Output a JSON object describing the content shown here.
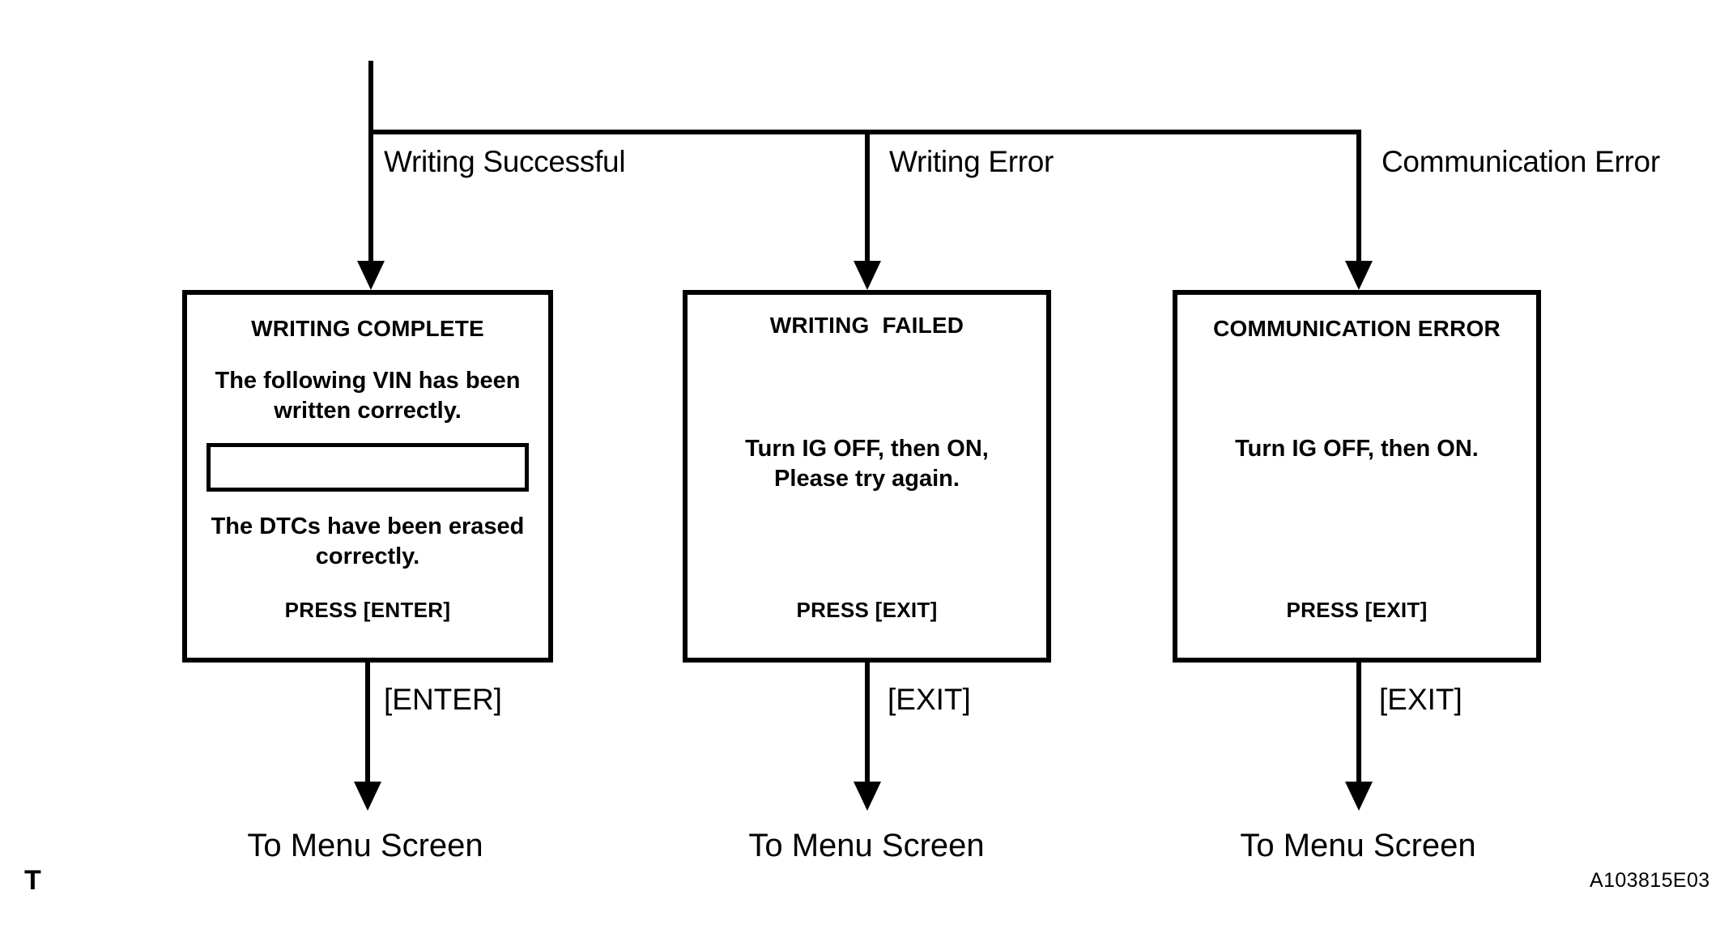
{
  "diagram": {
    "trunk": {
      "label": ""
    },
    "branches": [
      {
        "label": "Writing Successful"
      },
      {
        "label": "Writing Error"
      },
      {
        "label": "Communication Error"
      }
    ],
    "screens": [
      {
        "title": "WRITING COMPLETE",
        "body": "The following VIN has been\nwritten correctly.",
        "field_value": "",
        "body2": "The DTCs have been erased\ncorrectly.",
        "footer": "PRESS [ENTER]"
      },
      {
        "title": "WRITING  FAILED",
        "body": "Turn IG OFF, then ON,\nPlease try again.",
        "footer": "PRESS [EXIT]"
      },
      {
        "title": "COMMUNICATION ERROR",
        "body": "Turn IG OFF, then ON.",
        "footer": "PRESS [EXIT]"
      }
    ],
    "transitions": [
      {
        "key": "[ENTER]",
        "target": "To Menu Screen"
      },
      {
        "key": "[EXIT]",
        "target": "To Menu Screen"
      },
      {
        "key": "[EXIT]",
        "target": "To Menu Screen"
      }
    ],
    "corner_mark": "T",
    "figure_code": "A103815E03"
  }
}
